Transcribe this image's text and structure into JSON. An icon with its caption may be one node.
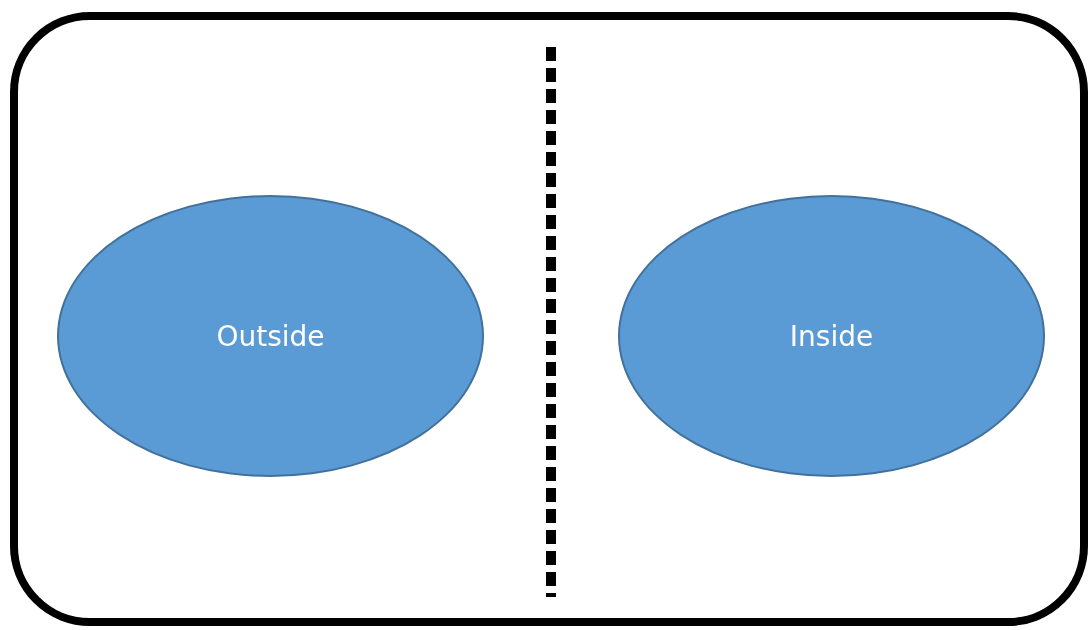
{
  "diagram": {
    "nodes": [
      {
        "text": [],
        "shape": "box"
      },
      {
        "text": [
          "Outside"
        ],
        "in": 0
      },
      {
        "text": [
          "Inside"
        ],
        "in": 0
      }
    ]
  }
}
